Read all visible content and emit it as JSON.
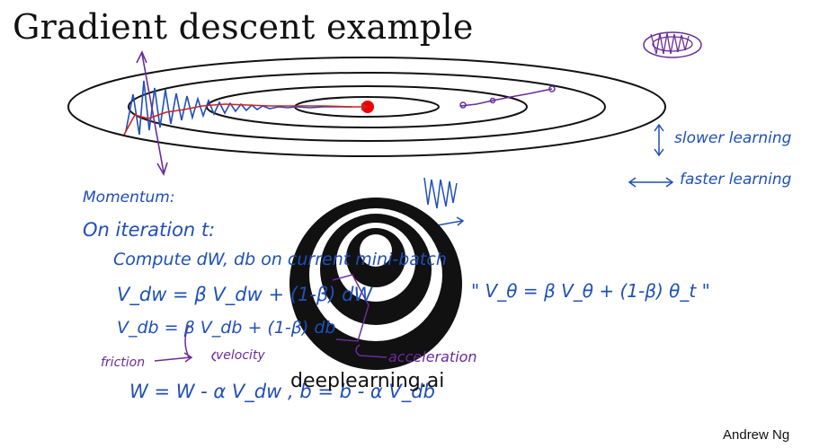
{
  "slide": {
    "title": "Gradient descent example",
    "author": "Andrew Ng",
    "logo_text": "deeplearning.ai"
  },
  "annotations": {
    "slower": "slower learning",
    "faster": "faster learning",
    "momentum": "Momentum:",
    "iteration": "On iteration t:",
    "compute": "Compute dW, db on current mini-batch",
    "vdw": "V_dw = β V_dw + (1-β) dW",
    "vdb": "V_db = β V_db + (1-β) db",
    "formula": "\" V_θ = β V_θ + (1-β) θ_t \"",
    "friction": "friction",
    "velocity": "velocity",
    "acceleration": "acceleration",
    "update": "W = W - α V_dw ,  b = b - α V_db"
  },
  "colors": {
    "ink_blue": "#1f4fb8",
    "ink_red": "#d42020",
    "ink_purple": "#6a2c9a",
    "minimum_dot": "#ee0000",
    "logo_black": "#111111"
  }
}
